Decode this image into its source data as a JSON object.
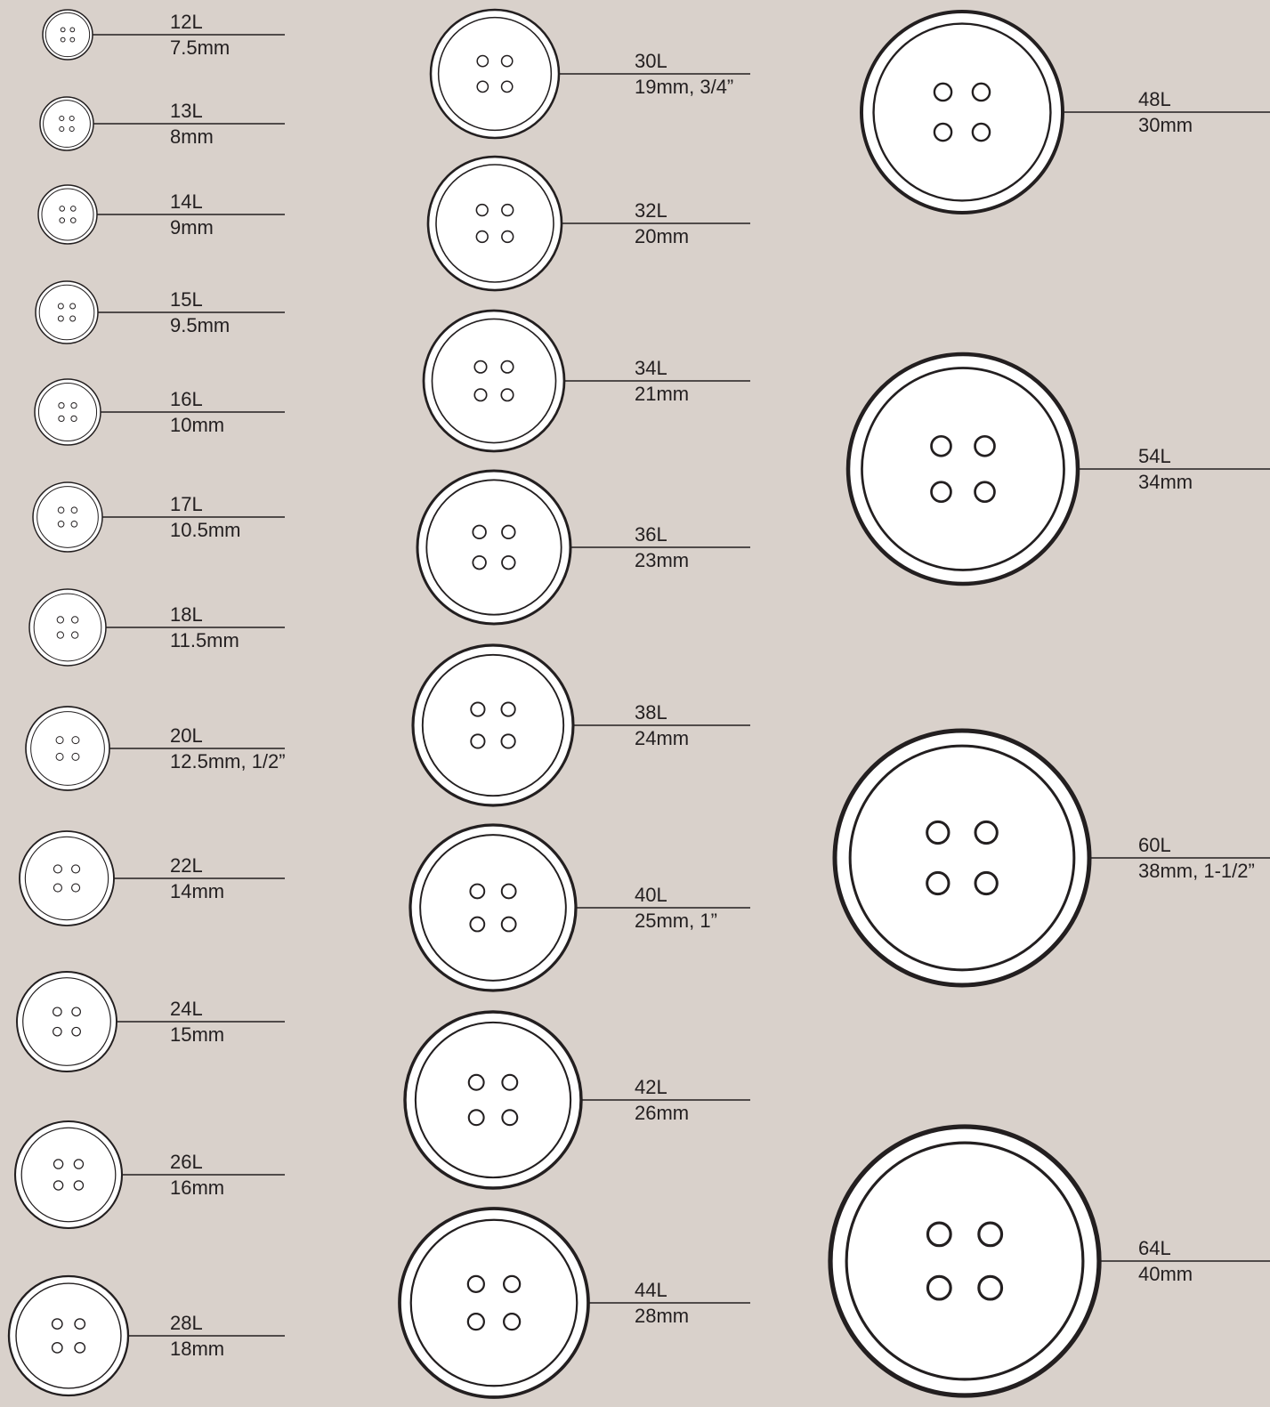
{
  "title": "",
  "colors": {
    "background": "#d9d1cb",
    "button_fill": "#ffffff",
    "stroke": "#231f20"
  },
  "buttons": [
    {
      "ligne": "12L",
      "size": "7.5mm"
    },
    {
      "ligne": "13L",
      "size": "8mm"
    },
    {
      "ligne": "14L",
      "size": "9mm"
    },
    {
      "ligne": "15L",
      "size": "9.5mm"
    },
    {
      "ligne": "16L",
      "size": "10mm"
    },
    {
      "ligne": "17L",
      "size": "10.5mm"
    },
    {
      "ligne": "18L",
      "size": "11.5mm"
    },
    {
      "ligne": "20L",
      "size": "12.5mm, 1/2”"
    },
    {
      "ligne": "22L",
      "size": "14mm"
    },
    {
      "ligne": "24L",
      "size": "15mm"
    },
    {
      "ligne": "26L",
      "size": "16mm"
    },
    {
      "ligne": "28L",
      "size": "18mm"
    },
    {
      "ligne": "30L",
      "size": "19mm, 3/4”"
    },
    {
      "ligne": "32L",
      "size": "20mm"
    },
    {
      "ligne": "34L",
      "size": "21mm"
    },
    {
      "ligne": "36L",
      "size": "23mm"
    },
    {
      "ligne": "38L",
      "size": "24mm"
    },
    {
      "ligne": "40L",
      "size": "25mm, 1”"
    },
    {
      "ligne": "42L",
      "size": "26mm"
    },
    {
      "ligne": "44L",
      "size": "28mm"
    },
    {
      "ligne": "48L",
      "size": "30mm"
    },
    {
      "ligne": "54L",
      "size": "34mm"
    },
    {
      "ligne": "60L",
      "size": "38mm, 1-1/2”"
    },
    {
      "ligne": "64L",
      "size": "40mm"
    }
  ]
}
